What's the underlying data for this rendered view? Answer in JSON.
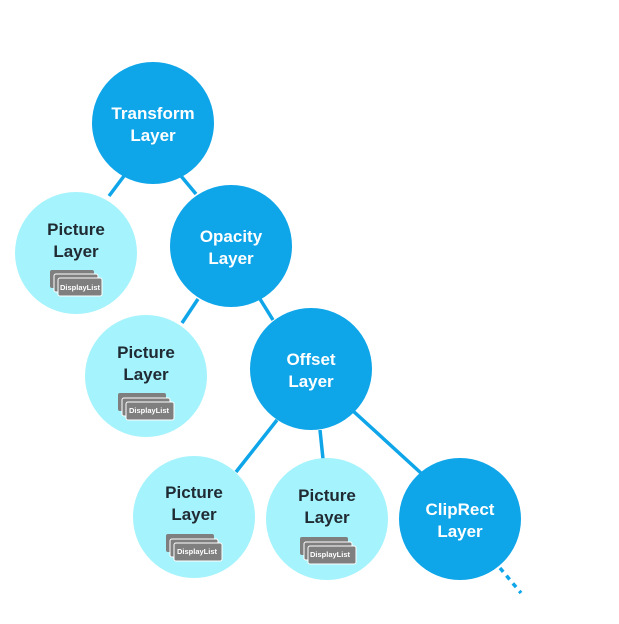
{
  "colors": {
    "container_fill": "#0ea5e9",
    "leaf_fill": "#a5f3fc",
    "edge": "#0ea5e9",
    "card_fill": "#7f7f7f",
    "container_text": "#ffffff",
    "leaf_text": "#1f2a33"
  },
  "nodes": {
    "transform": {
      "line1": "Transform",
      "line2": "Layer"
    },
    "opacity": {
      "line1": "Opacity",
      "line2": "Layer"
    },
    "offset": {
      "line1": "Offset",
      "line2": "Layer"
    },
    "cliprect": {
      "line1": "ClipRect",
      "line2": "Layer"
    },
    "picture1": {
      "line1": "Picture",
      "line2": "Layer",
      "card": "DisplayList"
    },
    "picture2": {
      "line1": "Picture",
      "line2": "Layer",
      "card": "DisplayList"
    },
    "picture3": {
      "line1": "Picture",
      "line2": "Layer",
      "card": "DisplayList"
    },
    "picture4": {
      "line1": "Picture",
      "line2": "Layer",
      "card": "DisplayList"
    }
  }
}
